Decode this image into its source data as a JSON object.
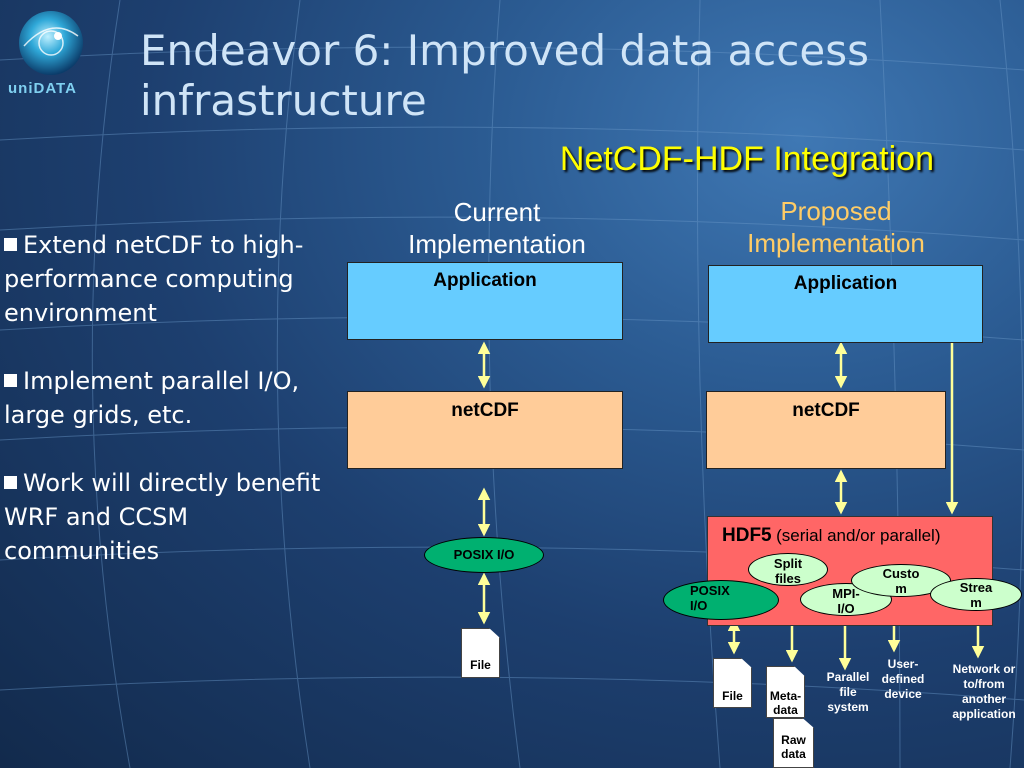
{
  "slide": {
    "logo_text": "uniDATA",
    "title": "Endeavor 6: Improved data access infrastructure",
    "subtitle": "NetCDF-HDF Integration"
  },
  "bullets": [
    "Extend netCDF to high-performance computing environment",
    "Implement parallel I/O, large grids, etc.",
    "Work will directly benefit WRF and CCSM communities"
  ],
  "current": {
    "heading_line1": "Current",
    "heading_line2": "Implementation",
    "application": "Application",
    "netcdf": "netCDF",
    "posix": "POSIX I/O",
    "file": "File"
  },
  "proposed": {
    "heading_line1": "Proposed",
    "heading_line2": "Implementation",
    "application": "Application",
    "netcdf": "netCDF",
    "hdf5_bold": "HDF5",
    "hdf5_note": "(serial and/or parallel)",
    "ovals": {
      "posix": [
        "POSIX",
        "I/O"
      ],
      "split": [
        "Split",
        "files"
      ],
      "mpi": [
        "MPI-",
        "I/O"
      ],
      "custom": [
        "Custo",
        "m"
      ],
      "stream": [
        "Strea",
        "m"
      ]
    },
    "targets": {
      "file": "File",
      "meta": [
        "Meta-",
        "data"
      ],
      "raw": [
        "Raw",
        "data"
      ],
      "parallel_fs": [
        "Parallel",
        "file",
        "system"
      ],
      "user_device": [
        "User-",
        "defined",
        "device"
      ],
      "network": [
        "Network or",
        "to/from",
        "another",
        "application"
      ]
    }
  },
  "colors": {
    "title": "#cfe4f7",
    "subtitle": "#ffff00",
    "proposed_heading": "#ffcc66",
    "application_box": "#66ccff",
    "netcdf_box": "#ffcc99",
    "hdf5_box": "#ff6666",
    "arrow": "#ffff99"
  }
}
